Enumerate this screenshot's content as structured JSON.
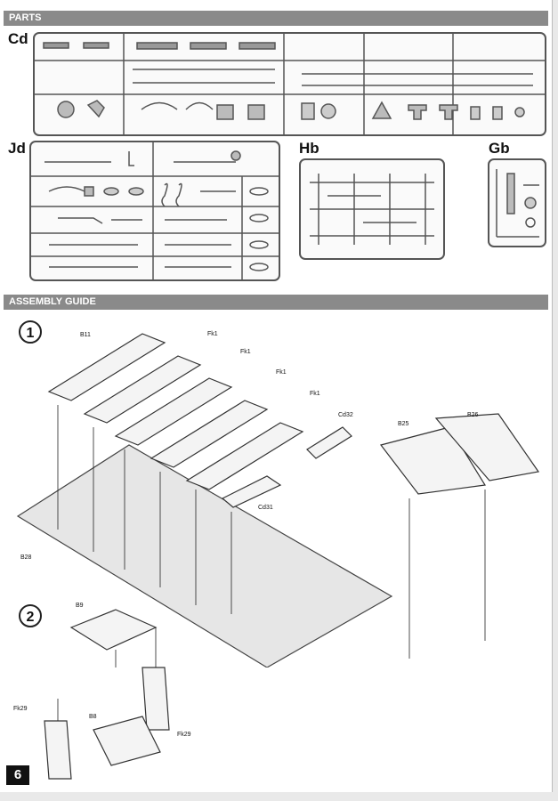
{
  "sections": {
    "parts_title": "PARTS",
    "assembly_title": "ASSEMBLY GUIDE"
  },
  "sprues": {
    "cd": "Cd",
    "jd": "Jd",
    "hb": "Hb",
    "gb": "Gb"
  },
  "steps": {
    "step1": "1",
    "step2": "2"
  },
  "callouts_step1": {
    "b11": "B11",
    "fk1_a": "Fk1",
    "fk1_b": "Fk1",
    "fk1_c": "Fk1",
    "fk1_d": "Fk1",
    "cd32": "Cd32",
    "b25": "B25",
    "b26": "B26",
    "cd31": "Cd31",
    "b28": "B28"
  },
  "callouts_step2": {
    "b9": "B9",
    "fk29_a": "Fk29",
    "fk29_b": "Fk29",
    "b8": "B8"
  },
  "page_number": "6",
  "colors": {
    "band": "#8a8a8a",
    "ink": "#111111",
    "sprue": "#555555"
  }
}
